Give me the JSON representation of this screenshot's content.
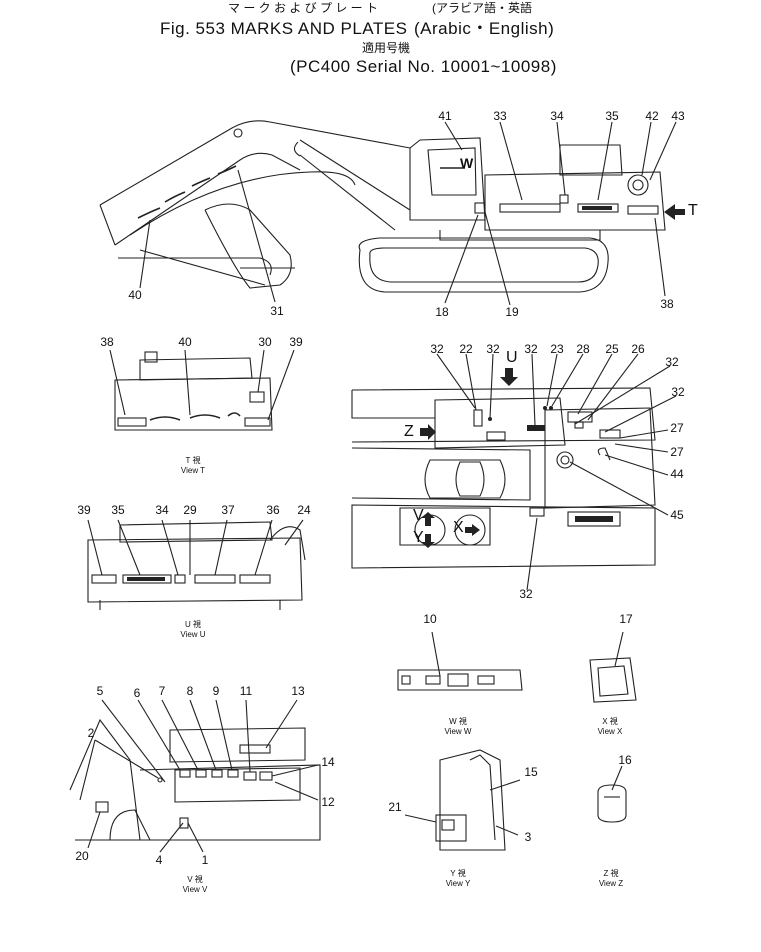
{
  "header": {
    "line1_jp": "マ ー ク お よ び プ レ ー ト",
    "line1_paren": "(アラビア語・英語",
    "line2_title": "Fig. 553 MARKS AND PLATES",
    "line2_paren": "(Arabic・English)",
    "line3_jp": "適用号機",
    "line4_serial": "(PC400  Serial  No.  10001~10098)"
  },
  "views": {
    "T": {
      "caption_jp": "T 視",
      "caption_en": "View T"
    },
    "U": {
      "caption_jp": "U 視",
      "caption_en": "View U"
    },
    "V": {
      "caption_jp": "V 視",
      "caption_en": "View V"
    },
    "W": {
      "caption_jp": "W 視",
      "caption_en": "View W"
    },
    "X": {
      "caption_jp": "X 視",
      "caption_en": "View X"
    },
    "Y": {
      "caption_jp": "Y 視",
      "caption_en": "View Y"
    },
    "Z": {
      "caption_jp": "Z 視",
      "caption_en": "View Z"
    }
  },
  "arrow_letters": {
    "T": "T",
    "U": "U",
    "W": "W",
    "Z": "Z",
    "V": "V",
    "Y": "Y",
    "X": "X"
  },
  "callouts": {
    "main": [
      "41",
      "33",
      "34",
      "35",
      "42",
      "43",
      "40",
      "31",
      "18",
      "19",
      "38"
    ],
    "view_t": [
      "38",
      "40",
      "30",
      "39"
    ],
    "top": [
      "32",
      "22",
      "32",
      "32",
      "23",
      "28",
      "25",
      "26",
      "32",
      "32",
      "27",
      "27",
      "44",
      "45",
      "32"
    ],
    "view_u": [
      "39",
      "35",
      "34",
      "29",
      "37",
      "36",
      "24"
    ],
    "view_v": [
      "5",
      "6",
      "7",
      "8",
      "9",
      "11",
      "13",
      "2",
      "14",
      "12",
      "20",
      "4",
      "1"
    ],
    "view_w": [
      "10"
    ],
    "view_x": [
      "17"
    ],
    "view_y": [
      "15",
      "21",
      "3"
    ],
    "view_z": [
      "16"
    ]
  }
}
